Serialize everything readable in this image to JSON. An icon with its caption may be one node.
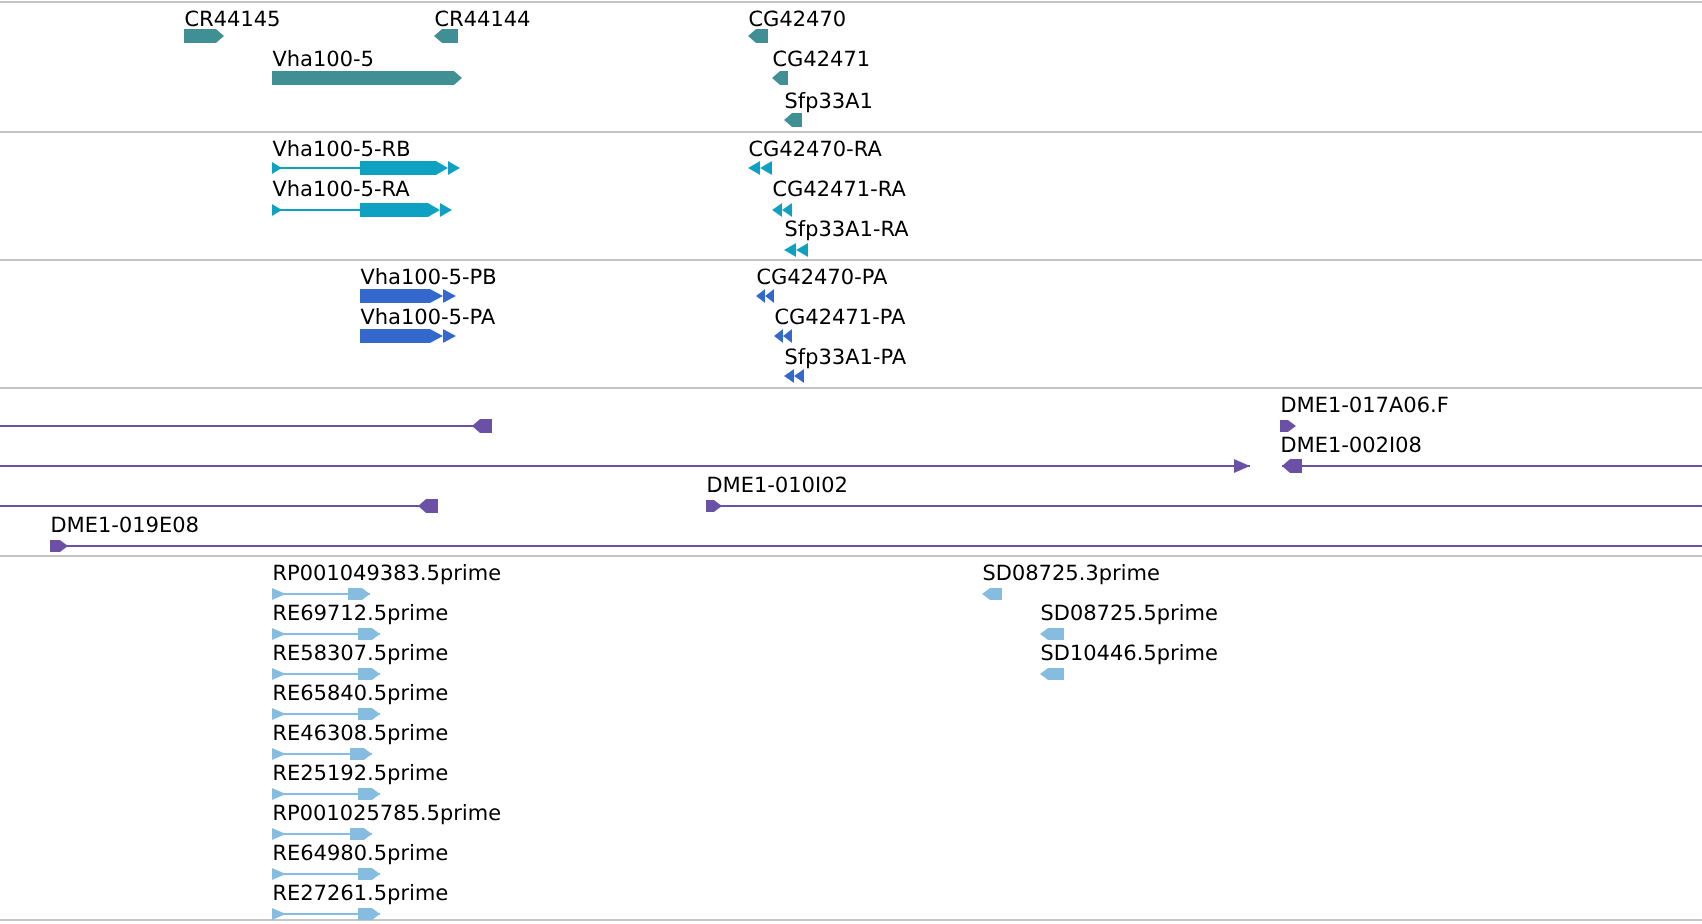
{
  "diagram": {
    "labels": [
      "CR44145",
      "CR44144",
      "CG42470",
      "Vha100-5",
      "CG42471",
      "Sfp33A1",
      "Vha100-5-RB",
      "CG42470-RA",
      "Vha100-5-RA",
      "CG42471-RA",
      "Sfp33A1-RA",
      "Vha100-5-PB",
      "CG42470-PA",
      "Vha100-5-PA",
      "CG42471-PA",
      "Sfp33A1-PA",
      "DME1-017A06.F",
      "DME1-002I08",
      "DME1-010I02",
      "DME1-019E08",
      "RP001049383.5prime",
      "SD08725.3prime",
      "RE69712.5prime",
      "SD08725.5prime",
      "RE58307.5prime",
      "SD10446.5prime",
      "RE65840.5prime",
      "RE46308.5prime",
      "RE25192.5prime",
      "RP001025785.5prime",
      "RE64980.5prime",
      "RE27261.5prime"
    ]
  }
}
